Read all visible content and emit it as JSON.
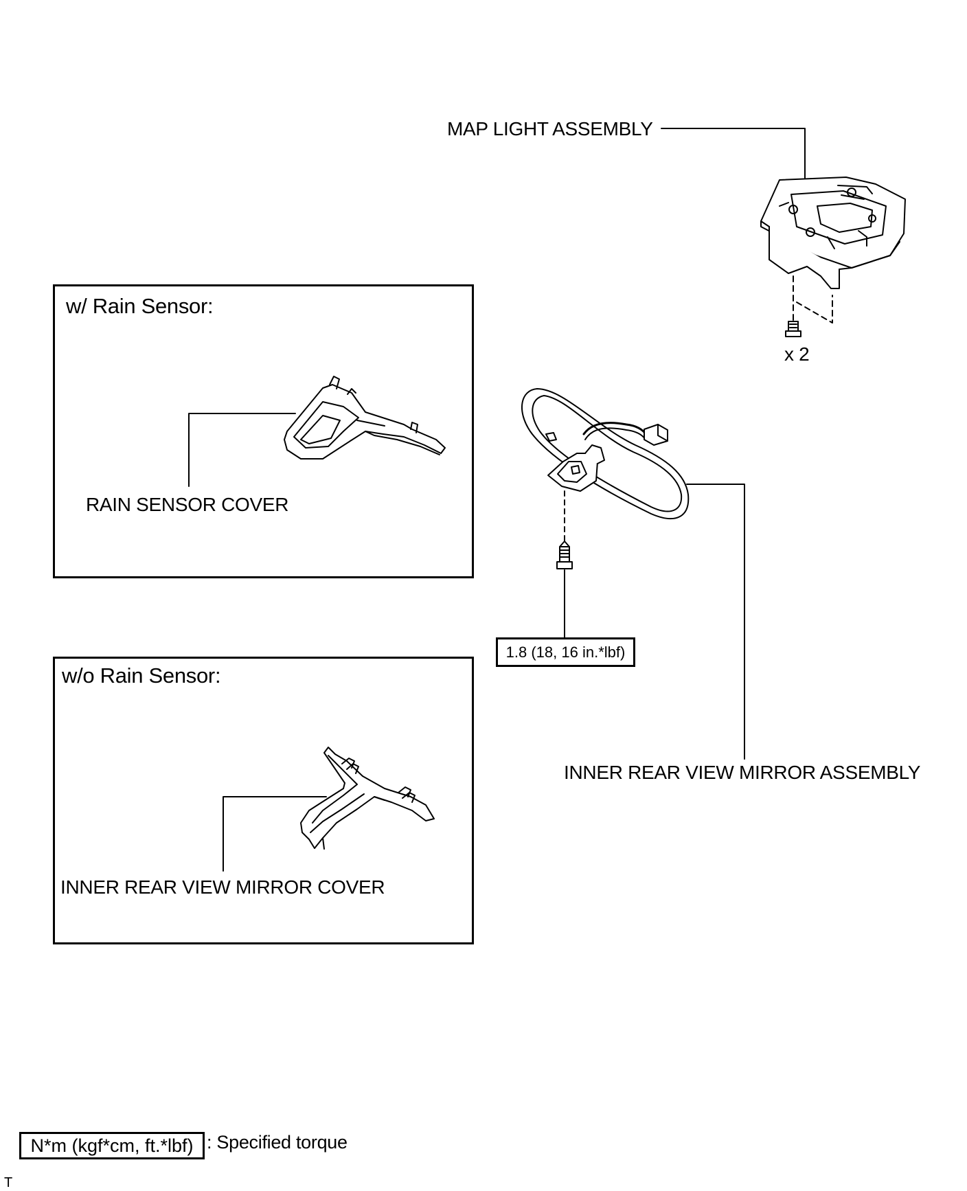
{
  "labels": {
    "map_light": "MAP LIGHT ASSEMBLY",
    "qty": "x 2",
    "rain_panel_title": "w/ Rain Sensor:",
    "rain_sensor_cover": "RAIN SENSOR COVER",
    "torque_value": "1.8 (18, 16 in.*lbf)",
    "no_rain_panel_title": "w/o Rain Sensor:",
    "mirror_assembly": "INNER REAR VIEW MIRROR ASSEMBLY",
    "mirror_cover": "INNER REAR VIEW MIRROR COVER",
    "legend_units": "N*m (kgf*cm, ft.*lbf)",
    "legend_text": ": Specified torque",
    "corner_mark": "T"
  }
}
